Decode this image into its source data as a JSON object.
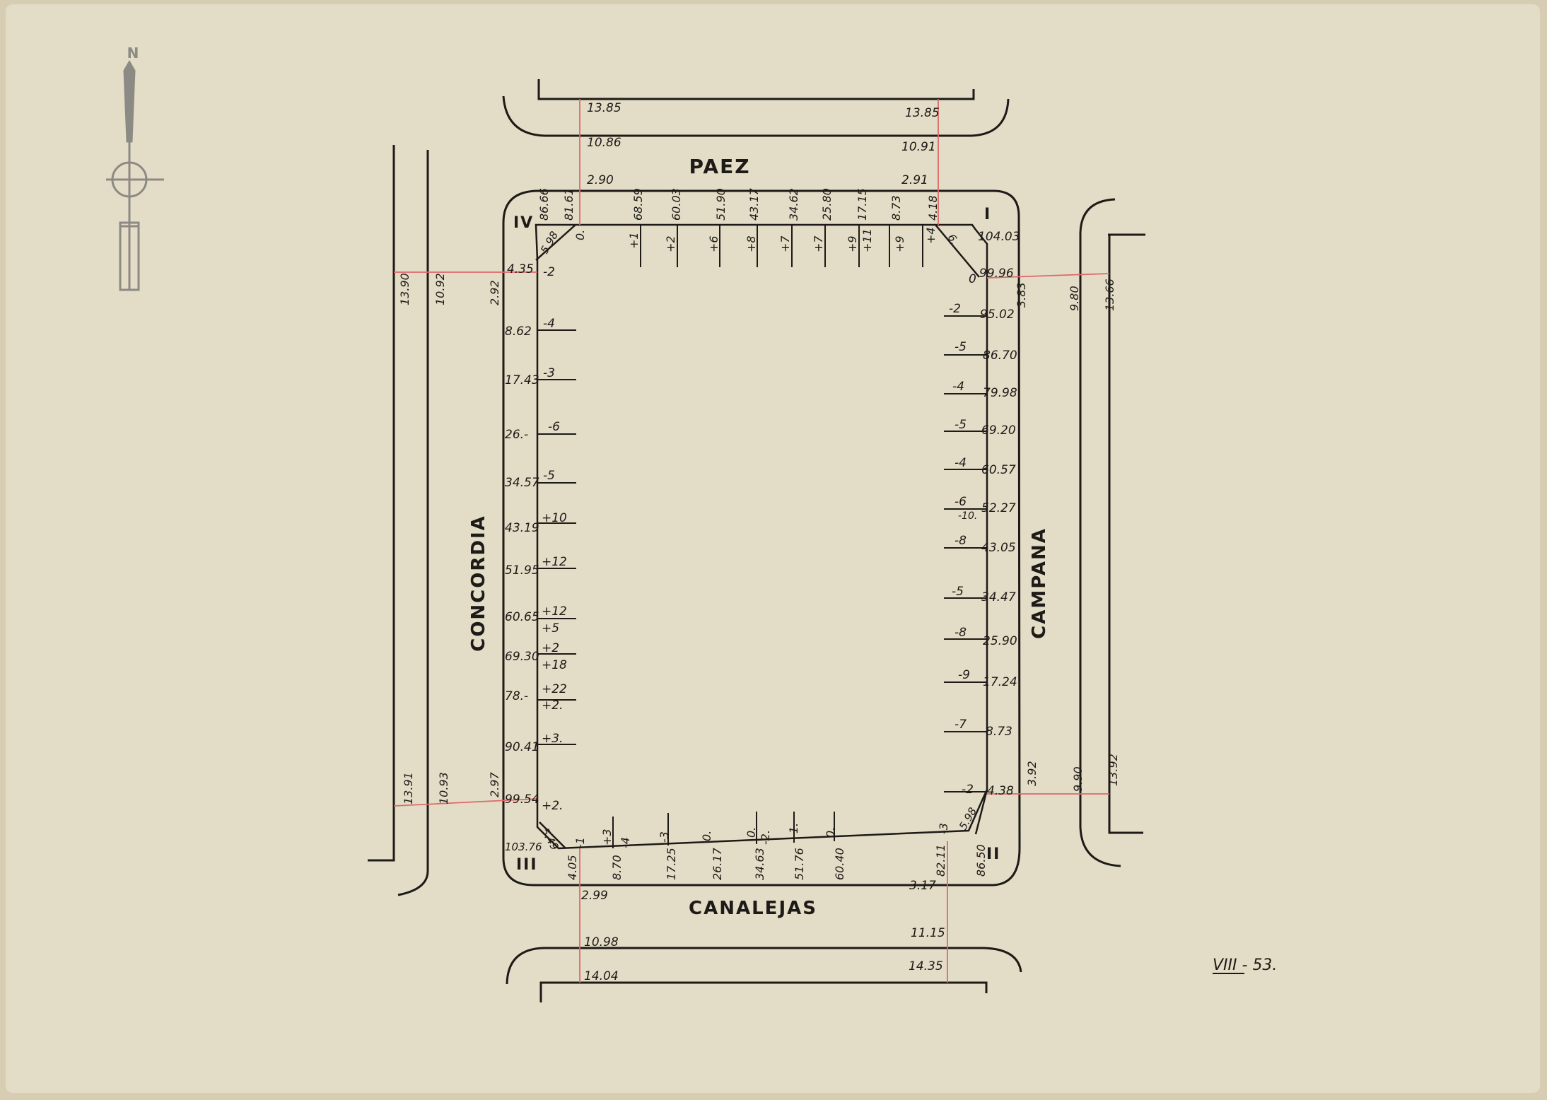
{
  "colors": {
    "paper": "#e3dcc6",
    "ink": "#1d1a17",
    "survey_line": "#e0686a",
    "pencil": "#8c8a84"
  },
  "streets": {
    "north": "PAEZ",
    "south": "CANALEJAS",
    "west": "CONCORDIA",
    "east": "CAMPANA"
  },
  "corners": {
    "ne": "I",
    "se": "II",
    "sw": "III",
    "nw": "IV"
  },
  "compass": {
    "north_letter": "N"
  },
  "date_stamp": "VIII - 53.",
  "north_street": {
    "widths_left": [
      "13.85",
      "10.86",
      "2.90"
    ],
    "widths_right": [
      "13.85",
      "10.91",
      "2.91"
    ],
    "distances": [
      "86.66",
      "81.61",
      "68.59",
      "60.03",
      "51.90",
      "43.17",
      "34.62",
      "25.80",
      "17.15",
      "8.73",
      "4.18"
    ],
    "offsets": [
      "0.",
      "+1",
      "+2",
      "+6",
      "+8",
      "+7",
      "+7",
      "+9",
      "+11",
      "+9",
      "+4"
    ],
    "corner_values": [
      "5.98",
      "6."
    ]
  },
  "south_street": {
    "widths_left": [
      "2.99",
      "10.98",
      "14.04"
    ],
    "widths_right": [
      "3.17",
      "11.15",
      "14.35"
    ],
    "distances": [
      "4.05",
      "8.70",
      "17.25",
      "26.17",
      "34.63",
      "51.76",
      "60.40",
      "82.11",
      "86.50"
    ],
    "offsets": [
      "-1",
      "+3",
      "-4",
      "-3",
      "0.",
      "0.",
      "-2.",
      "-1.",
      "0.",
      "-3"
    ],
    "corner_values": [
      "5.49",
      "5.98"
    ]
  },
  "west_street": {
    "widths_top": [
      "13.90",
      "10.92",
      "2.92"
    ],
    "widths_bottom": [
      "13.91",
      "10.93",
      "2.97"
    ],
    "distances": [
      "4.35",
      "8.62",
      "17.43",
      "26.-",
      "34.57",
      "43.19",
      "51.95",
      "60.65",
      "69.30",
      "78.-",
      "90.41",
      "99.54",
      "103.76"
    ],
    "offsets": [
      "-2",
      "-4",
      "-3",
      "-6",
      "-5",
      "+10",
      "+12",
      "+12",
      "+5",
      "+2",
      "+18",
      "+22",
      "+2.",
      "+3.",
      "+2."
    ]
  },
  "east_street": {
    "widths_top": [
      "3.83",
      "9.80",
      "13.66"
    ],
    "widths_bottom": [
      "3.92",
      "9.90",
      "13.92"
    ],
    "distances": [
      "104.03",
      "99.96",
      "95.02",
      "86.70",
      "79.98",
      "69.20",
      "60.57",
      "52.27",
      "43.05",
      "34.47",
      "25.90",
      "17.24",
      "8.73",
      "4.38"
    ],
    "offsets": [
      "0",
      "-2",
      "-5",
      "-4",
      "-5",
      "-4",
      "-6",
      "-10.",
      "-8",
      "-5",
      "-8",
      "-9",
      "-7",
      "-2"
    ]
  }
}
